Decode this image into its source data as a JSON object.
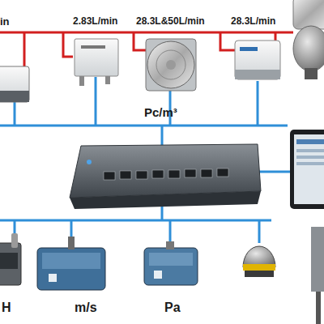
{
  "diagram": {
    "labels": [
      "in",
      "2.83L/min",
      "28.3L&50L/min",
      "28.3L/min",
      "Pc/m³",
      "H",
      "m/s",
      "Pa"
    ]
  }
}
